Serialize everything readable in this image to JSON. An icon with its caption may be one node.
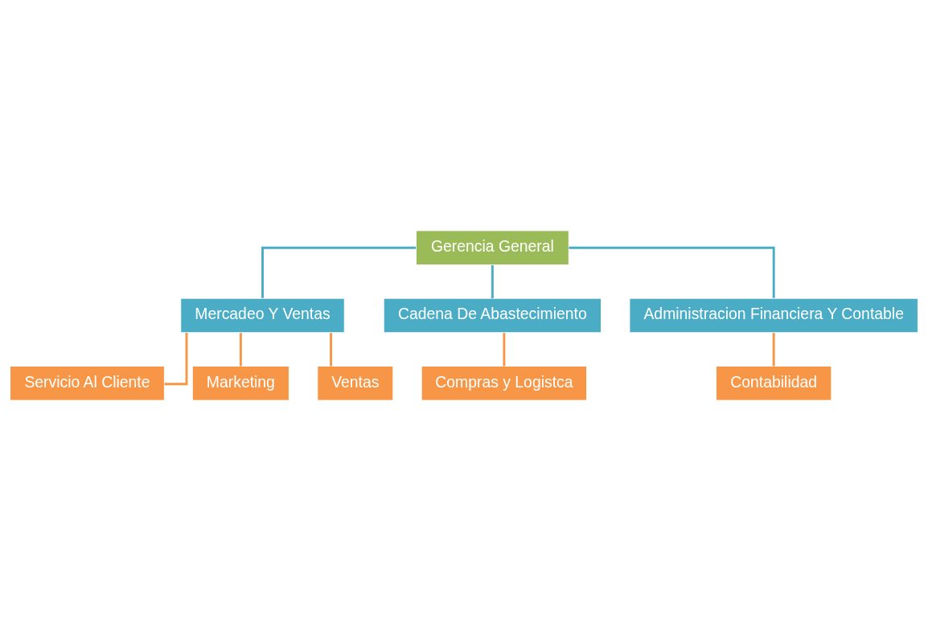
{
  "diagram": {
    "nodes": [
      {
        "text": [
          "Gerencia General"
        ]
      },
      {
        "text": [
          "Mercadeo Y Ventas"
        ]
      },
      {
        "text": [
          "Cadena De Abastecimiento"
        ]
      },
      {
        "text": [
          "Administracion Financiera Y Contable"
        ]
      },
      {
        "text": [
          "Servicio Al Cliente"
        ]
      },
      {
        "text": [
          "Marketing"
        ]
      },
      {
        "text": [
          "Ventas"
        ]
      },
      {
        "text": [
          "Compras y Logistca"
        ]
      },
      {
        "text": [
          "Contabilidad"
        ]
      }
    ],
    "edges": [
      {
        "from": 0,
        "to": 1,
        "arrow": "none",
        "color": "#4bacc6"
      },
      {
        "from": 0,
        "to": 2,
        "arrow": "none",
        "color": "#4bacc6"
      },
      {
        "from": 0,
        "to": 3,
        "arrow": "none",
        "color": "#4bacc6"
      },
      {
        "from": 1,
        "to": 4,
        "arrow": "none"
      },
      {
        "from": 1,
        "to": 5,
        "arrow": "none"
      },
      {
        "from": 1,
        "to": 6,
        "arrow": "none"
      },
      {
        "from": 2,
        "to": 7,
        "arrow": "none"
      },
      {
        "from": 3,
        "to": 8,
        "arrow": "none"
      }
    ]
  }
}
